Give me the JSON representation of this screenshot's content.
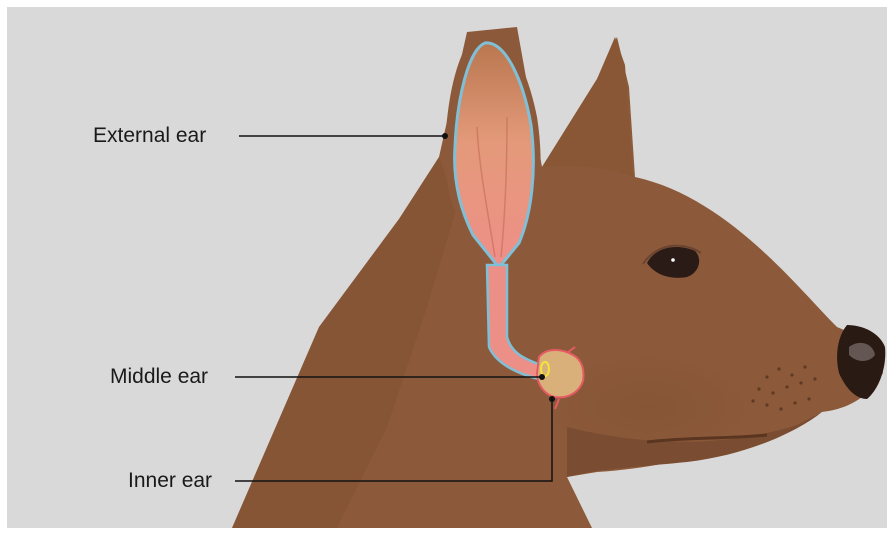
{
  "diagram": {
    "labels": {
      "external_ear": "External ear",
      "middle_ear": "Middle ear",
      "inner_ear": "Inner ear"
    },
    "colors": {
      "background": "#d9d9d9",
      "head": "#8c5a3a",
      "ear_canal": "#ec8f86",
      "canal_outline": "#7fc0d8",
      "inner_ear_structure": "#d9b07a",
      "leader_line": "#111111"
    }
  }
}
